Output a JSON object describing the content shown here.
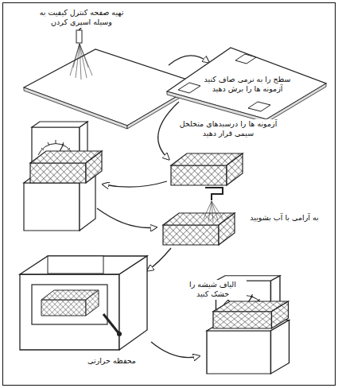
{
  "diagram": {
    "labels": [
      "تهیه صفحه کنترل کیفیت به وسیله اسپری کردن",
      "سطح را به نرمی صاف کنید آزمونه ها را برش دهید",
      "آزمونه ها را درسبدهای متخلخل سیمی قرار دهید",
      "به آرامی با آب بشویید",
      "الیاف شیشه را خشک کنید",
      "محفظه حرارتی"
    ]
  }
}
